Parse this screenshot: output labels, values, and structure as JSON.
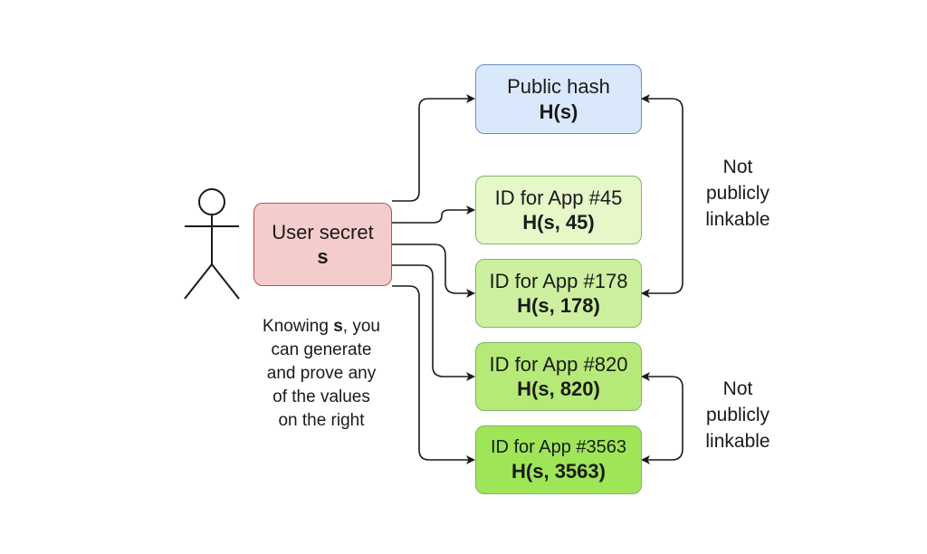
{
  "colors": {
    "user_fill": "#f4cccc",
    "user_border": "#b85450",
    "public_fill": "#dae8fc",
    "public_border": "#6c8ebf",
    "app45_fill": "#e6f7c8",
    "app178_fill": "#cdf0a0",
    "app820_fill": "#b6ea78",
    "app3563_fill": "#9ee558",
    "green_border": "#82b366",
    "line": "#1a1a1a"
  },
  "actor": {
    "icon": "stick-figure-icon"
  },
  "user_secret": {
    "line1": "User secret",
    "line2": "s"
  },
  "knowing": {
    "pre": "Knowing ",
    "bold": "s",
    "post_1": ", you",
    "line2": "can generate",
    "line3": "and prove any",
    "line4": "of the values",
    "line5": "on the right"
  },
  "public_hash": {
    "line1": "Public hash",
    "line2": "H(s)"
  },
  "apps": [
    {
      "line1": "ID for App #45",
      "line2": "H(s, 45)"
    },
    {
      "line1": "ID for App #178",
      "line2": "H(s, 178)"
    },
    {
      "line1": "ID for App #820",
      "line2": "H(s, 820)"
    },
    {
      "line1": "ID for App #3563",
      "line2": "H(s, 3563)"
    }
  ],
  "links": [
    {
      "line1": "Not",
      "line2": "publicly",
      "line3": "linkable"
    },
    {
      "line1": "Not",
      "line2": "publicly",
      "line3": "linkable"
    }
  ]
}
